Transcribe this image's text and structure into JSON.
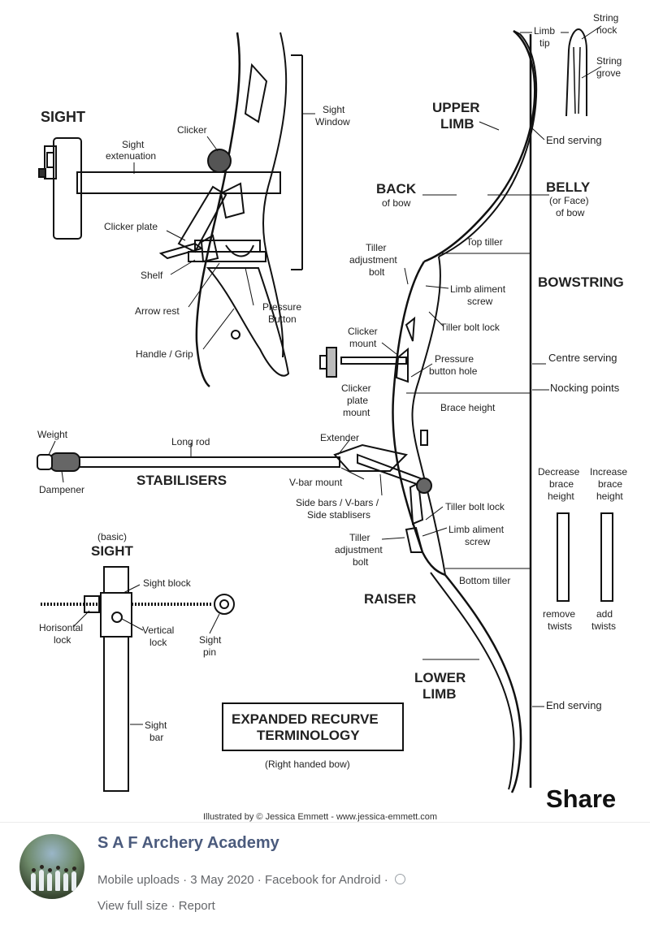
{
  "diagram": {
    "title_line1": "EXPANDED RECURVE",
    "title_line2": "TERMINOLOGY",
    "subtitle": "(Right handed bow)",
    "credit": "Illustrated by © Jessica Emmett - www.jessica-emmett.com",
    "share": "Share",
    "labels": {
      "sight": "SIGHT",
      "sight_extenuation_1": "Sight",
      "sight_extenuation_2": "extenuation",
      "clicker": "Clicker",
      "sight_window_1": "Sight",
      "sight_window_2": "Window",
      "clicker_plate": "Clicker plate",
      "shelf": "Shelf",
      "arrow_rest": "Arrow rest",
      "pressure_button_1": "Pressure",
      "pressure_button_2": "Button",
      "handle_grip": "Handle / Grip",
      "upper_limb_1": "UPPER",
      "upper_limb_2": "LIMB",
      "back_1": "BACK",
      "back_2": "of bow",
      "belly_1": "BELLY",
      "belly_2": "(or Face)",
      "belly_3": "of bow",
      "limb_tip_1": "Limb",
      "limb_tip_2": "tip",
      "string_nock_1": "String",
      "string_nock_2": "nock",
      "string_grove_1": "String",
      "string_grove_2": "grove",
      "end_serving_top": "End serving",
      "top_tiller": "Top tiller",
      "bowstring": "BOWSTRING",
      "tiller_adj_1": "Tiller",
      "tiller_adj_2": "adjustment",
      "tiller_adj_3": "bolt",
      "limb_aliment_1": "Limb aliment",
      "limb_aliment_2": "screw",
      "tiller_bolt_lock": "Tiller bolt lock",
      "clicker_mount_1": "Clicker",
      "clicker_mount_2": "mount",
      "pressure_hole_1": "Pressure",
      "pressure_hole_2": "button hole",
      "centre_serving": "Centre serving",
      "nocking_points": "Nocking points",
      "clicker_plate_mount_1": "Clicker",
      "clicker_plate_mount_2": "plate",
      "clicker_plate_mount_3": "mount",
      "brace_height": "Brace height",
      "weight": "Weight",
      "long_rod": "Long rod",
      "extender": "Extender",
      "stabilisers": "STABILISERS",
      "dampener": "Dampener",
      "vbar_mount": "V-bar mount",
      "side_bars_1": "Side bars / V-bars /",
      "side_bars_2": "Side stablisers",
      "tiller_bolt_lock_2": "Tiller bolt lock",
      "limb_aliment_b1": "Limb aliment",
      "limb_aliment_b2": "screw",
      "tiller_adj_b1": "Tiller",
      "tiller_adj_b2": "adjustment",
      "tiller_adj_b3": "bolt",
      "bottom_tiller": "Bottom tiller",
      "raiser": "RAISER",
      "decrease_1": "Decrease",
      "decrease_2": "brace",
      "decrease_3": "height",
      "increase_1": "Increase",
      "increase_2": "brace",
      "increase_3": "height",
      "remove_1": "remove",
      "remove_2": "twists",
      "add_1": "add",
      "add_2": "twists",
      "basic": "(basic)",
      "sight2": "SIGHT",
      "sight_block": "Sight block",
      "horisontal_1": "Horisontal",
      "horisontal_2": "lock",
      "vertical_1": "Vertical",
      "vertical_2": "lock",
      "sight_pin_1": "Sight",
      "sight_pin_2": "pin",
      "sight_bar_1": "Sight",
      "sight_bar_2": "bar",
      "lower_limb_1": "LOWER",
      "lower_limb_2": "LIMB",
      "end_serving_bottom": "End serving"
    }
  },
  "post": {
    "page_name": "S A F Archery Academy",
    "album": "Mobile uploads",
    "date": "3 May 2020",
    "app": "Facebook for Android",
    "view_full_size": "View full size",
    "report": "Report",
    "separator": " · ",
    "audience_icon": "globe-icon"
  }
}
